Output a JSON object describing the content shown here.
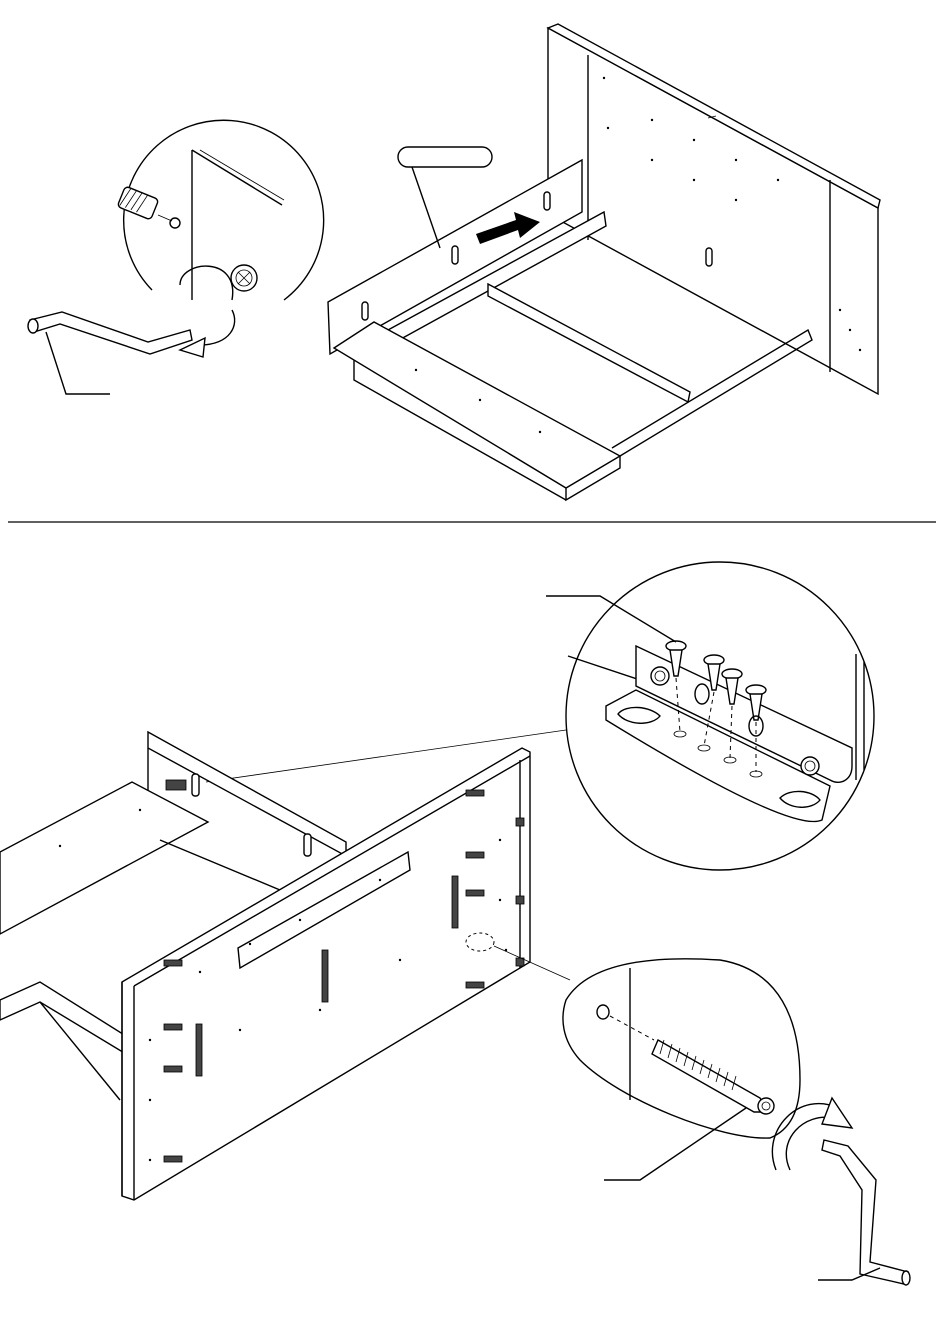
{
  "document": {
    "steps": [
      {
        "id": "step-a",
        "description_visible": "",
        "callouts": [
          {
            "name": "part-label-bubble",
            "text": ""
          },
          {
            "name": "tool-label-line",
            "text": ""
          }
        ]
      },
      {
        "id": "step-b",
        "callouts": [
          {
            "name": "screw-label-line",
            "text": ""
          },
          {
            "name": "dowel-label-line",
            "text": ""
          },
          {
            "name": "allen-key-label-line",
            "text": ""
          }
        ]
      }
    ],
    "icons": {
      "rotation": "rotate-clockwise-icon",
      "push": "push-arrow-icon"
    }
  }
}
